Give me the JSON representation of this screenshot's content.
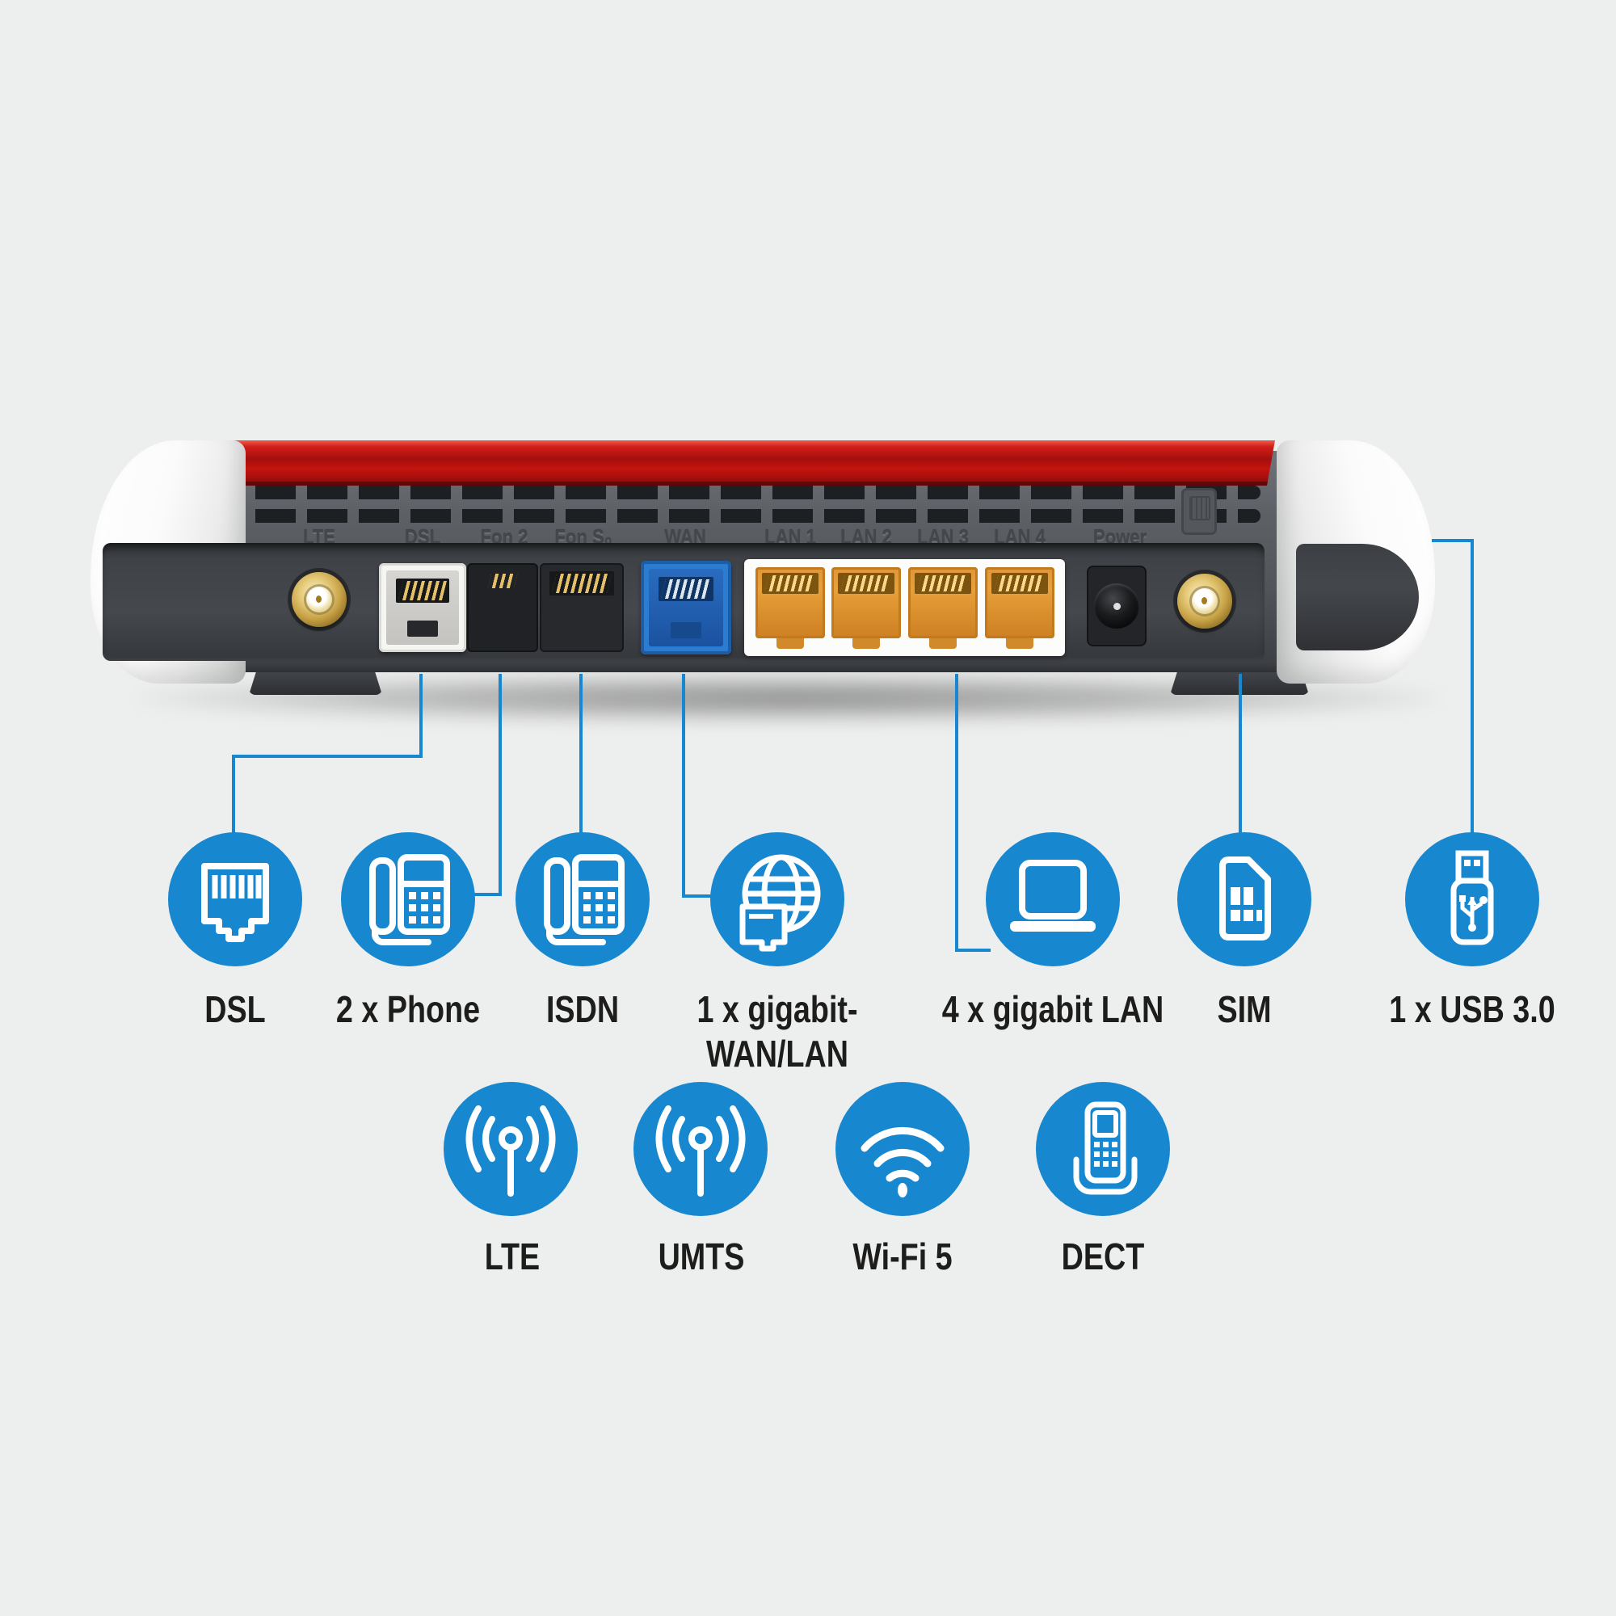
{
  "background": "#edeeee",
  "colors": {
    "accent_blue": "#1787d0",
    "router_red": "#b5120f",
    "router_body_gray": "#5d6166",
    "lan_orange": "#e8a03a",
    "wan_blue": "#2b7dd1",
    "label_black": "#1d1e1c"
  },
  "router": {
    "port_labels": [
      "LTE",
      "DSL",
      "Fon 2",
      "Fon S₀",
      "WAN",
      "LAN 1",
      "LAN 2",
      "LAN 3",
      "LAN 4",
      "Power"
    ]
  },
  "callouts": {
    "row1": [
      {
        "id": "dsl",
        "label": "DSL",
        "icon": "rj45-jack-icon"
      },
      {
        "id": "phone",
        "label": "2 x Phone",
        "icon": "phone-icon"
      },
      {
        "id": "isdn",
        "label": "ISDN",
        "icon": "phone-icon"
      },
      {
        "id": "wan-lan",
        "label": "1 x gigabit-",
        "label2": "WAN/LAN",
        "icon": "globe-plug-icon"
      },
      {
        "id": "lan",
        "label": "4 x gigabit LAN",
        "icon": "laptop-icon"
      },
      {
        "id": "sim",
        "label": "SIM",
        "icon": "sim-card-icon"
      },
      {
        "id": "usb",
        "label": "1 x USB 3.0",
        "icon": "usb-stick-icon"
      }
    ],
    "row2": [
      {
        "id": "lte",
        "label": "LTE",
        "icon": "antenna-icon"
      },
      {
        "id": "umts",
        "label": "UMTS",
        "icon": "antenna-icon"
      },
      {
        "id": "wifi",
        "label": "Wi-Fi 5",
        "icon": "wifi-icon"
      },
      {
        "id": "dect",
        "label": "DECT",
        "icon": "dect-handset-icon"
      }
    ]
  }
}
